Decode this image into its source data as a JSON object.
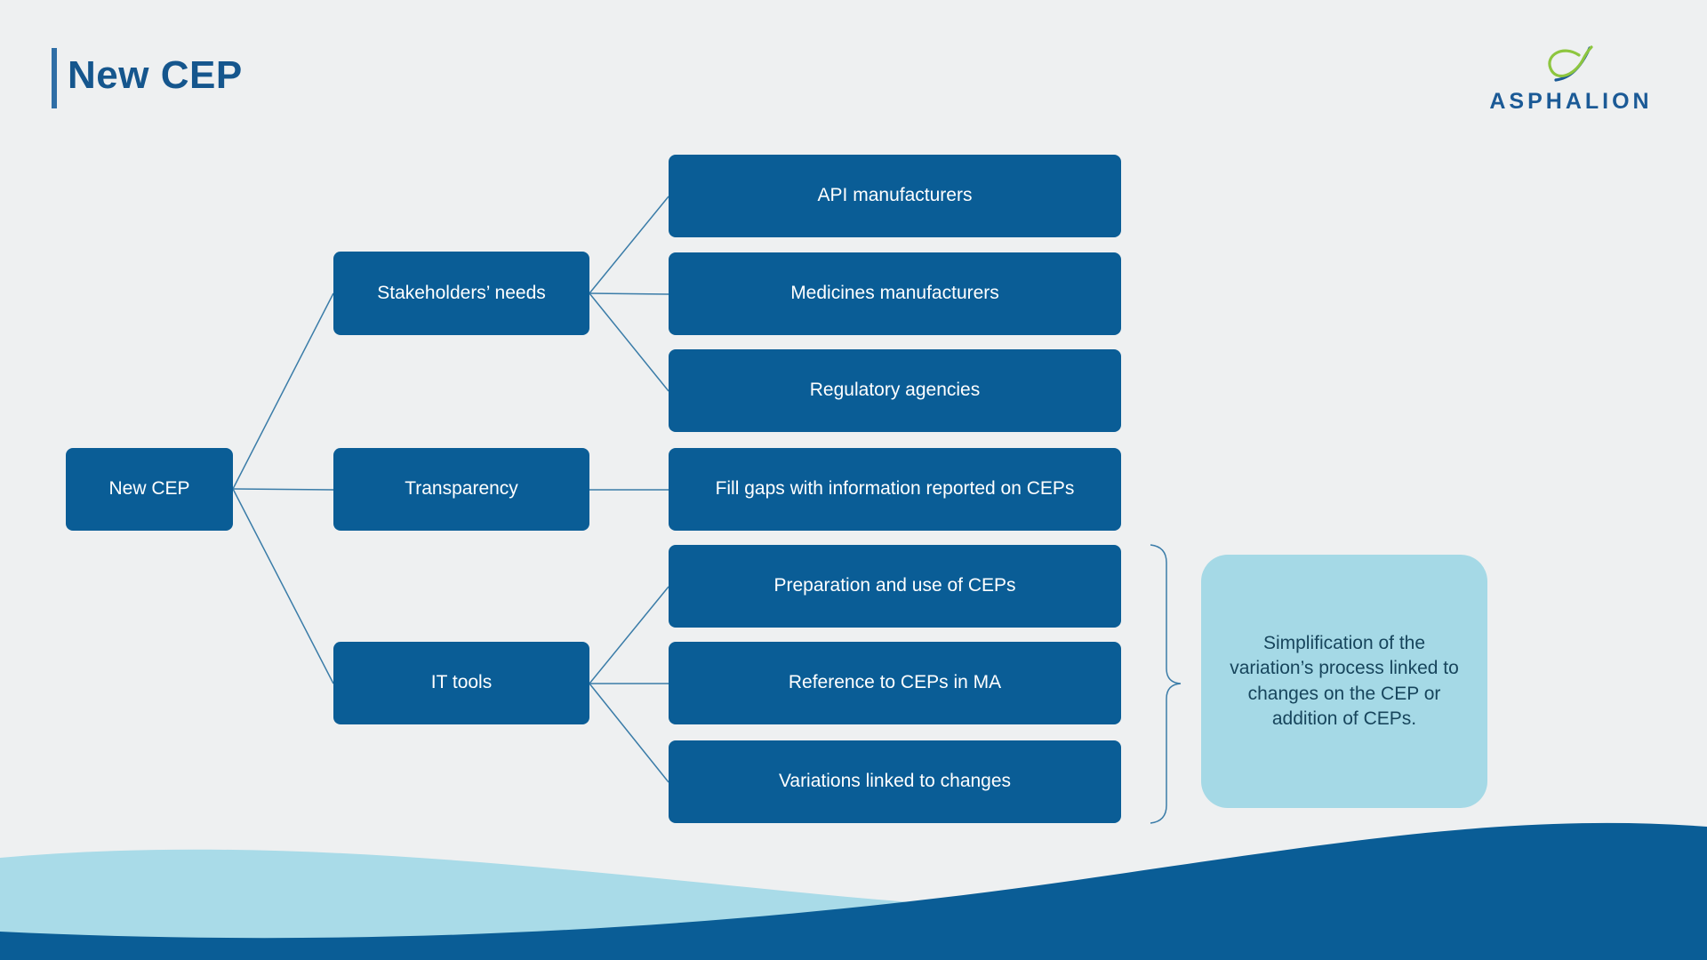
{
  "header": {
    "title": "New CEP",
    "logo_text": "ASPHALION"
  },
  "colors": {
    "box_blue": "#0a5d96",
    "callout_blue": "#a5d9e6",
    "callout_text": "#17455c",
    "title_blue": "#15568d",
    "connector_blue": "#3a7ca8",
    "logo_green": "#8dc63f",
    "logo_blue": "#1b5a96",
    "wave_light_blue": "#a9dbe8",
    "wave_dark_blue": "#0a5d96",
    "background": "#eef0f1"
  },
  "diagram": {
    "root": {
      "label": "New CEP"
    },
    "branches": [
      {
        "label": "Stakeholders’ needs",
        "children": [
          "API manufacturers",
          "Medicines manufacturers",
          "Regulatory agencies"
        ]
      },
      {
        "label": "Transparency",
        "children": [
          "Fill gaps with information reported on CEPs"
        ]
      },
      {
        "label": "IT tools",
        "children": [
          "Preparation and use of CEPs",
          "Reference to CEPs in MA",
          "Variations linked to changes"
        ]
      }
    ],
    "callout": "Simplification of the variation’s process linked to changes on the CEP or addition of CEPs."
  }
}
